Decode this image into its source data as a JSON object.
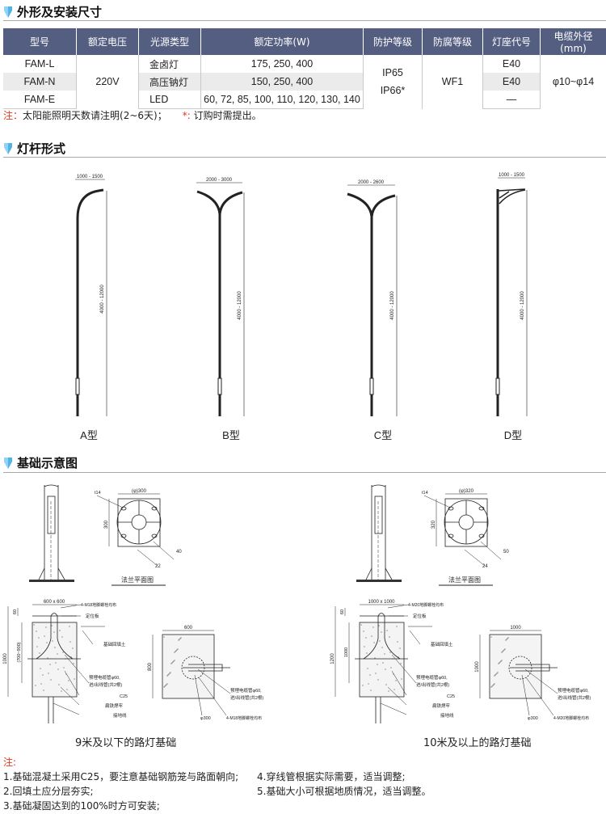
{
  "section1": {
    "title": "外形及安装尺寸"
  },
  "table": {
    "headers": [
      "型号",
      "额定电压",
      "光源类型",
      "额定功率(W)",
      "防护等级",
      "防腐等级",
      "灯座代号",
      "电缆外径(mm)"
    ],
    "rows": [
      {
        "model": "FAM-L",
        "source": "金卤灯",
        "power": "175, 250, 400",
        "socket": "E40"
      },
      {
        "model": "FAM-N",
        "source": "高压钠灯",
        "power": "150, 250, 400",
        "socket": "E40"
      },
      {
        "model": "FAM-E",
        "source": "LED",
        "power": "60, 72, 85, 100, 110, 120, 130, 140",
        "socket": "—"
      }
    ],
    "voltage": "220V",
    "protection": [
      "IP65",
      "IP66*"
    ],
    "anticorrosion": "WF1",
    "cable": "φ10~φ14"
  },
  "note1": {
    "label": "注：",
    "text": "太阳能照明天数请注明(2~6天)；",
    "star": "*:",
    "star_text": "订购时需提出。"
  },
  "section2": {
    "title": "灯杆形式"
  },
  "poles": [
    {
      "label": "A型",
      "width_dim": "1000 - 1500",
      "height_dim": "4000 - 12000"
    },
    {
      "label": "B型",
      "width_dim": "2000 - 3000",
      "height_dim": "4000 - 12000"
    },
    {
      "label": "C型",
      "width_dim": "2000 - 2600",
      "height_dim": "4000 - 12000"
    },
    {
      "label": "D型",
      "width_dim": "1000 - 1500",
      "height_dim": "4000 - 12000"
    }
  ],
  "section3": {
    "title": "基础示意图"
  },
  "foundations": [
    {
      "caption": "9米及以下的路灯基础",
      "flange_title": "法兰平面图",
      "flange_dia": "(φ)300",
      "flange_side": "300",
      "thickness": "t14",
      "dim_a": "22",
      "dim_b": "40",
      "block": "600 x 600",
      "top_dim": "60",
      "depth": "1000",
      "inner_depth": "(700~900)",
      "bolts": "4-M18地脚螺栓均布",
      "plate": "定位板",
      "backfill": "基础回填土",
      "pipe1": "预埋电缆管φ60,",
      "pipe2": "进/出线管(共2根)",
      "concrete": "C25",
      "flat_iron": "扁铁焊牢",
      "ground": "接地线",
      "plan_w": "600",
      "plan_h": "800",
      "plan_circle": "φ300"
    },
    {
      "caption": "10米及以上的路灯基础",
      "flange_title": "法兰平面图",
      "flange_dia": "(φ)320",
      "flange_side": "320",
      "thickness": "t14",
      "dim_a": "24",
      "dim_b": "50",
      "block": "1000 x 1000",
      "top_dim": "60",
      "depth": "1200",
      "inner_depth": "1000",
      "bolts": "4-M20地脚螺栓均布",
      "plate": "定位板",
      "backfill": "基础回填土",
      "pipe1": "预埋电缆管φ60,",
      "pipe2": "进/出线管(共2根)",
      "concrete": "C25",
      "flat_iron": "扁铁焊牢",
      "ground": "接地线",
      "plan_w": "1000",
      "plan_h": "1000",
      "plan_circle": "φ300"
    }
  ],
  "notes": {
    "label": "注:",
    "items": [
      "1.基础混凝土采用C25，要注意基础钢筋笼与路面朝向;",
      "2.回填土应分层夯实;",
      "3.基础凝固达到的100%时方可安装;",
      "4.穿线管根据实际需要，适当调整;",
      "5.基础大小可根据地质情况，适当调整。"
    ]
  }
}
